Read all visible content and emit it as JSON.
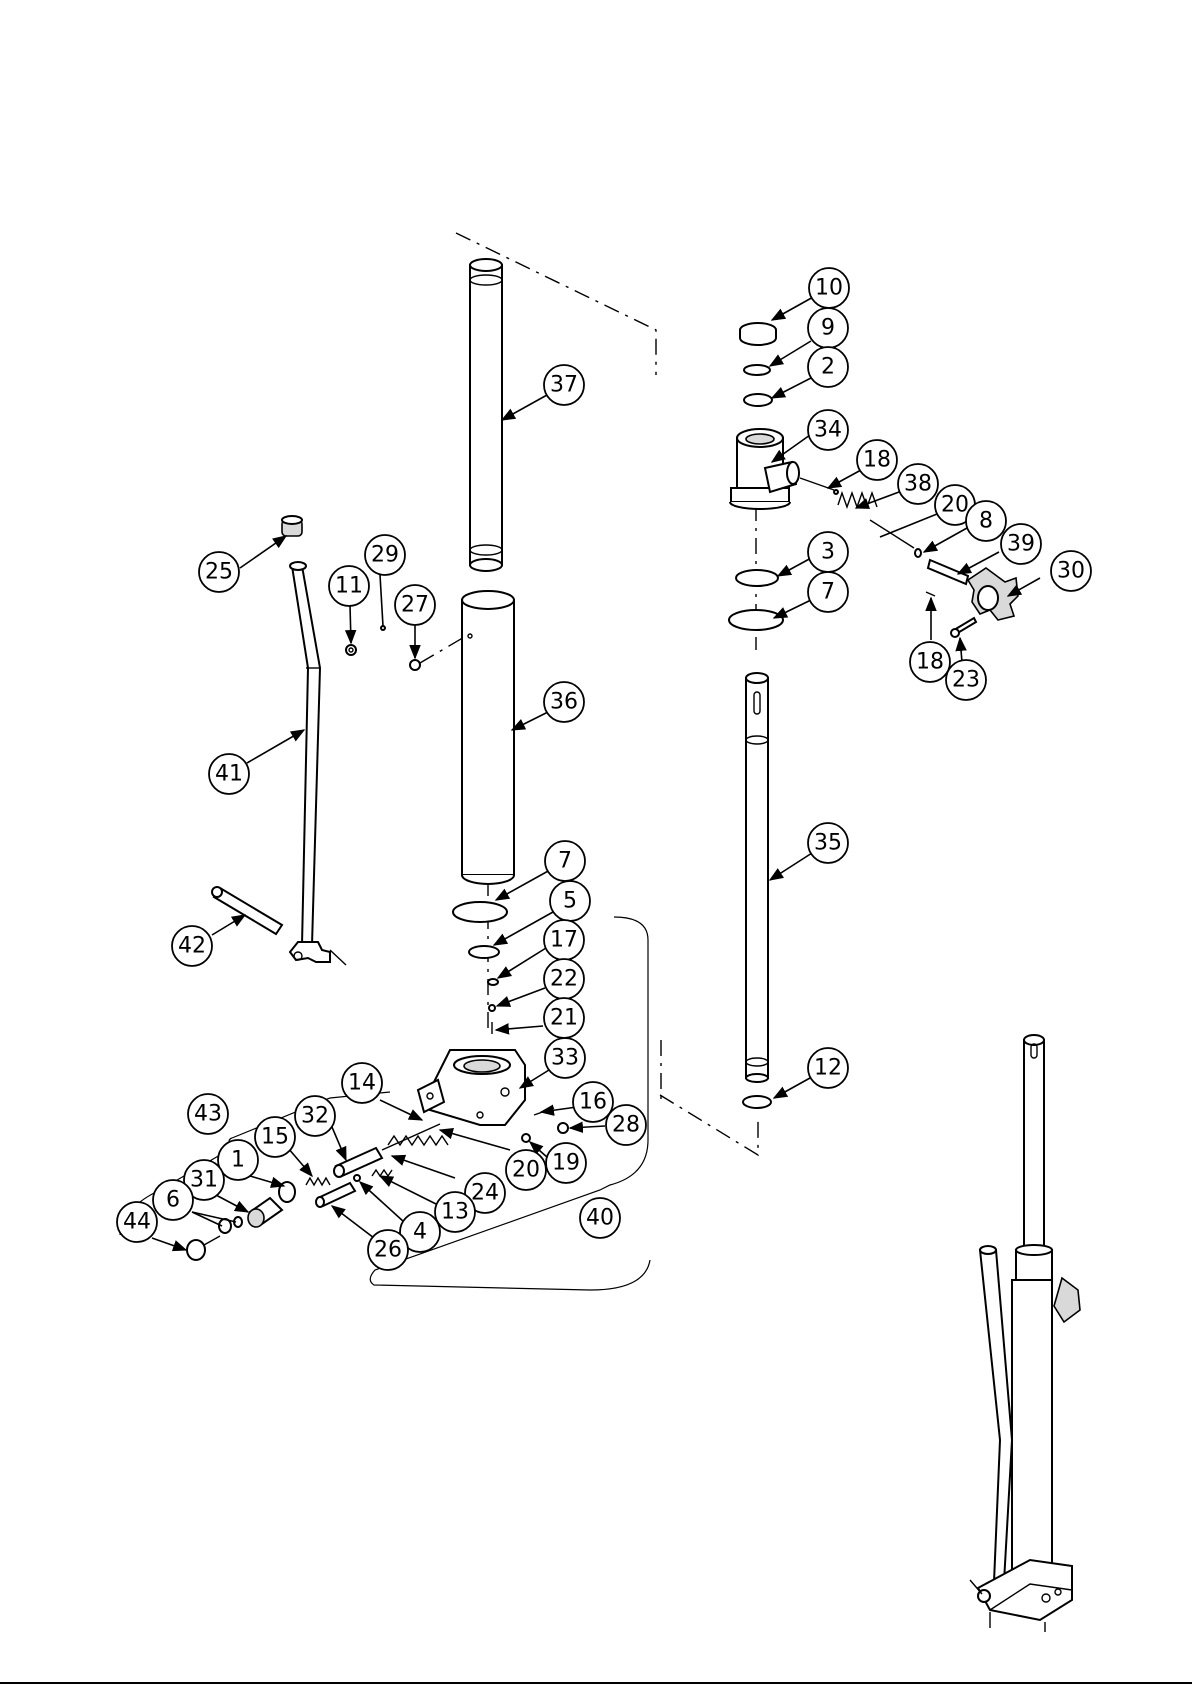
{
  "balloons": [
    {
      "id": "b37",
      "label": "37"
    },
    {
      "id": "b25",
      "label": "25"
    },
    {
      "id": "b29",
      "label": "29"
    },
    {
      "id": "b11",
      "label": "11"
    },
    {
      "id": "b27",
      "label": "27"
    },
    {
      "id": "b36",
      "label": "36"
    },
    {
      "id": "b41",
      "label": "41"
    },
    {
      "id": "b42",
      "label": "42"
    },
    {
      "id": "b7a",
      "label": "7"
    },
    {
      "id": "b5",
      "label": "5"
    },
    {
      "id": "b17",
      "label": "17"
    },
    {
      "id": "b22",
      "label": "22"
    },
    {
      "id": "b21",
      "label": "21"
    },
    {
      "id": "b33",
      "label": "33"
    },
    {
      "id": "b14",
      "label": "14"
    },
    {
      "id": "b16",
      "label": "16"
    },
    {
      "id": "b28",
      "label": "28"
    },
    {
      "id": "b43",
      "label": "43"
    },
    {
      "id": "b32",
      "label": "32"
    },
    {
      "id": "b15",
      "label": "15"
    },
    {
      "id": "b1",
      "label": "1"
    },
    {
      "id": "b31",
      "label": "31"
    },
    {
      "id": "b6",
      "label": "6"
    },
    {
      "id": "b44",
      "label": "44"
    },
    {
      "id": "b20a",
      "label": "20"
    },
    {
      "id": "b19",
      "label": "19"
    },
    {
      "id": "b24",
      "label": "24"
    },
    {
      "id": "b13",
      "label": "13"
    },
    {
      "id": "b4",
      "label": "4"
    },
    {
      "id": "b26",
      "label": "26"
    },
    {
      "id": "b40",
      "label": "40"
    },
    {
      "id": "b10",
      "label": "10"
    },
    {
      "id": "b9",
      "label": "9"
    },
    {
      "id": "b2",
      "label": "2"
    },
    {
      "id": "b34",
      "label": "34"
    },
    {
      "id": "b18a",
      "label": "18"
    },
    {
      "id": "b38",
      "label": "38"
    },
    {
      "id": "b20b",
      "label": "20"
    },
    {
      "id": "b8",
      "label": "8"
    },
    {
      "id": "b39",
      "label": "39"
    },
    {
      "id": "b30",
      "label": "30"
    },
    {
      "id": "b3",
      "label": "3"
    },
    {
      "id": "b7b",
      "label": "7"
    },
    {
      "id": "b18b",
      "label": "18"
    },
    {
      "id": "b23",
      "label": "23"
    },
    {
      "id": "b35",
      "label": "35"
    },
    {
      "id": "b12",
      "label": "12"
    }
  ],
  "colors": {
    "line": "#000000",
    "paper": "#ffffff",
    "shade": "#d9d9d9"
  }
}
